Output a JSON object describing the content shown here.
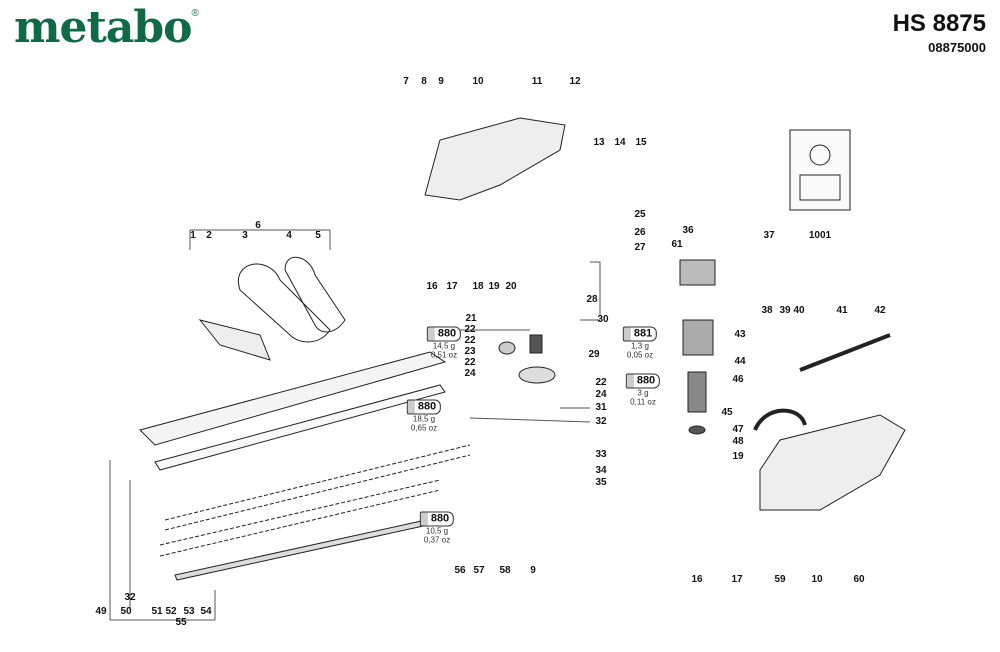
{
  "header": {
    "brand": "metabo",
    "registered": "®",
    "model": "HS 8875",
    "article_number": "08875000"
  },
  "callouts": [
    "7",
    "8",
    "9",
    "10",
    "11",
    "12",
    "13",
    "14",
    "15",
    "6",
    "1",
    "2",
    "3",
    "4",
    "5",
    "25",
    "26",
    "27",
    "36",
    "61",
    "37",
    "1001",
    "16",
    "17",
    "18",
    "19",
    "20",
    "28",
    "21",
    "30",
    "22",
    "38",
    "39",
    "40",
    "41",
    "42",
    "43",
    "22",
    "23",
    "22",
    "24",
    "29",
    "44",
    "22",
    "24",
    "46",
    "31",
    "45",
    "32",
    "47",
    "48",
    "19",
    "33",
    "34",
    "35",
    "56",
    "57",
    "58",
    "9",
    "16",
    "17",
    "59",
    "10",
    "60",
    "32",
    "49",
    "50",
    "51",
    "52",
    "53",
    "54",
    "55"
  ],
  "grease_tubes": [
    {
      "code": "880",
      "weight": "14,5 g",
      "oz": "0,51 oz"
    },
    {
      "code": "881",
      "weight": "1,3 g",
      "oz": "0,05 oz"
    },
    {
      "code": "880",
      "weight": "3 g",
      "oz": "0,11 oz"
    },
    {
      "code": "880",
      "weight": "18,5 g",
      "oz": "0,65 oz"
    },
    {
      "code": "880",
      "weight": "10,5 g",
      "oz": "0,37 oz"
    }
  ]
}
